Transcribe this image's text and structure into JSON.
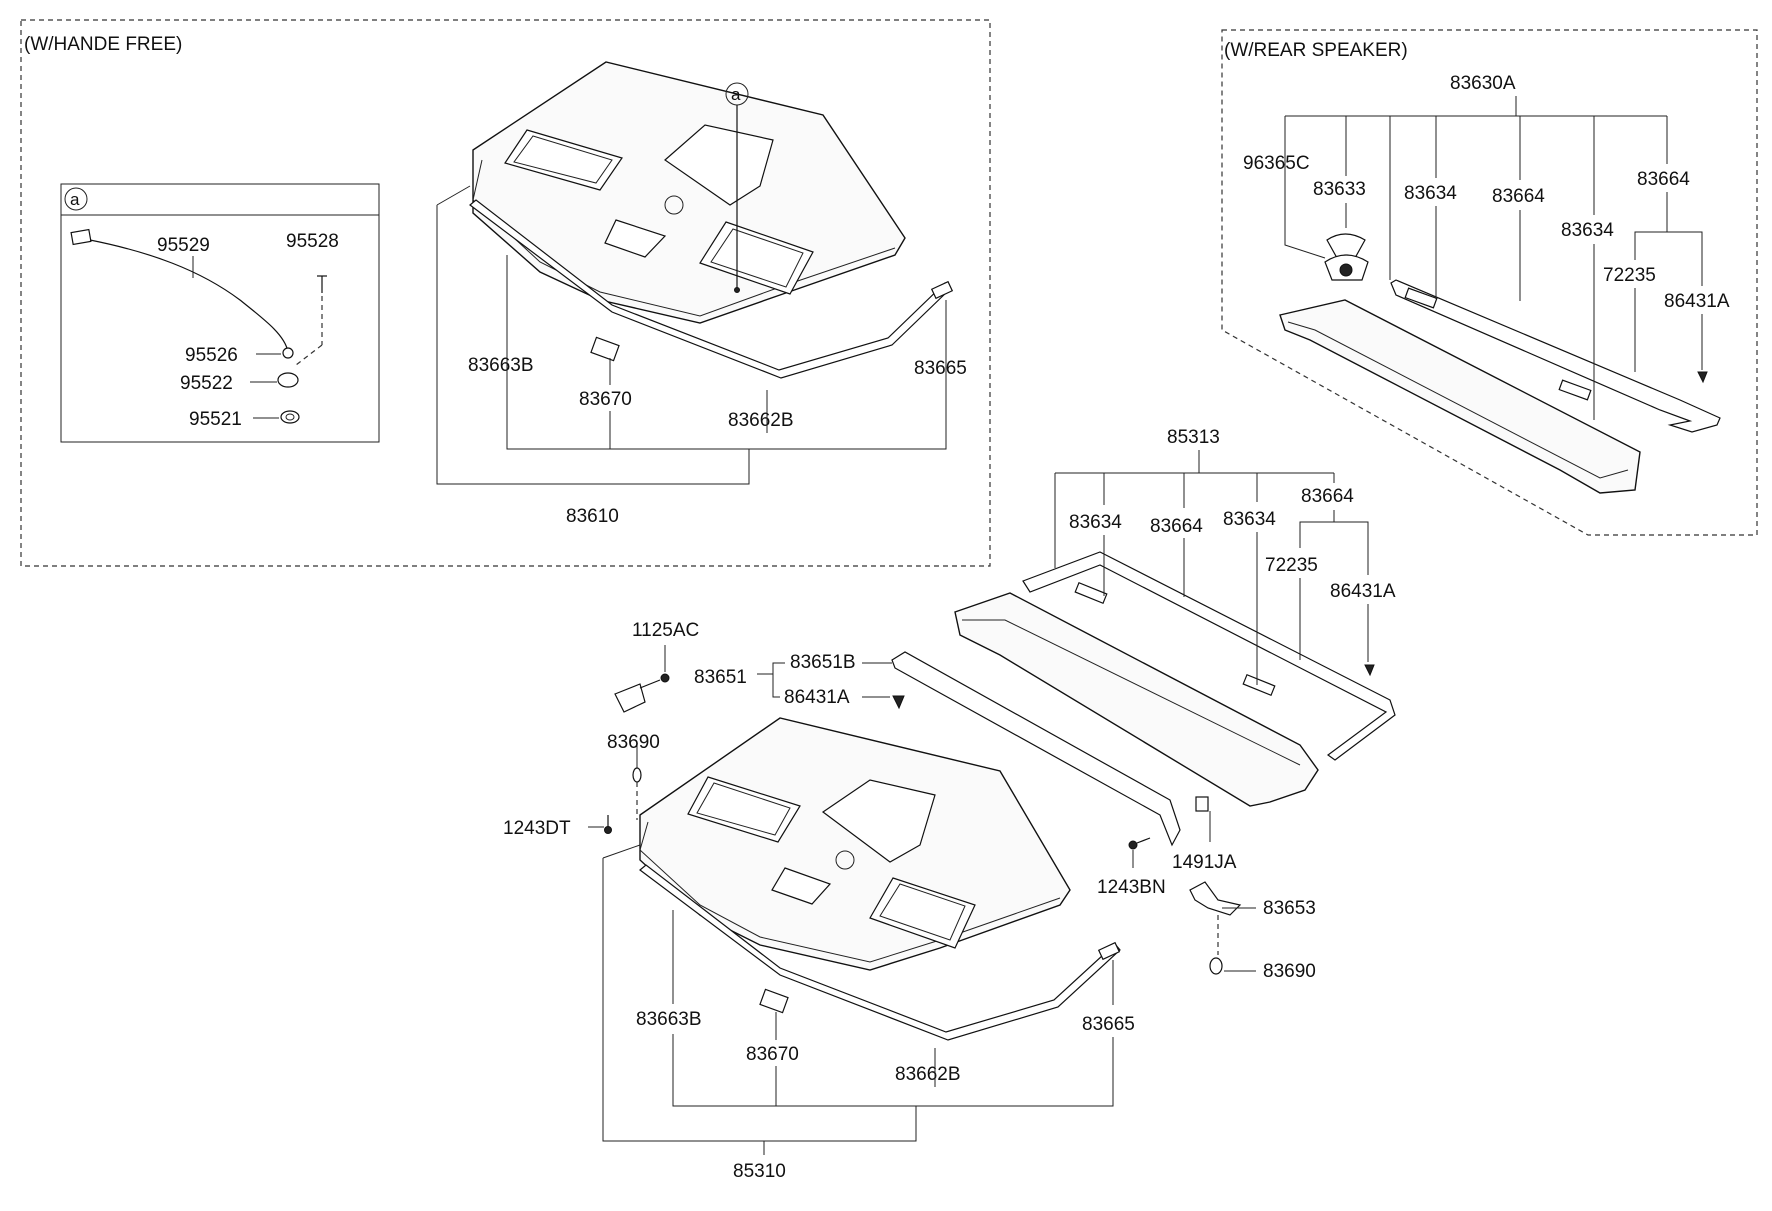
{
  "sections": {
    "hands_free": "(W/HANDE FREE)",
    "rear_speaker": "(W/REAR SPEAKER)",
    "inset_marker": "a",
    "callout_marker": "a"
  },
  "labels": {
    "hf_95529": "95529",
    "hf_95528": "95528",
    "hf_95526": "95526",
    "hf_95522": "95522",
    "hf_95521": "95521",
    "hf_83663B": "83663B",
    "hf_83670": "83670",
    "hf_83662B": "83662B",
    "hf_83665": "83665",
    "hf_83610": "83610",
    "rs_83630A": "83630A",
    "rs_96365C": "96365C",
    "rs_83633": "83633",
    "rs_83634a": "83634",
    "rs_83664a": "83664",
    "rs_83664b": "83664",
    "rs_83634b": "83634",
    "rs_72235": "72235",
    "rs_86431A": "86431A",
    "m_85313": "85313",
    "m_83634a": "83634",
    "m_83664a": "83664",
    "m_83634b": "83634",
    "m_83664b": "83664",
    "m_72235": "72235",
    "m_86431A": "86431A",
    "m_1125AC": "1125AC",
    "m_83651": "83651",
    "m_83651B": "83651B",
    "m_86431A_b": "86431A",
    "m_83690a": "83690",
    "m_1243DT": "1243DT",
    "m_1243BN": "1243BN",
    "m_1491JA": "1491JA",
    "m_83653": "83653",
    "m_83690b": "83690",
    "m_83663B": "83663B",
    "m_83670": "83670",
    "m_83662B": "83662B",
    "m_83665": "83665",
    "m_85310": "85310"
  }
}
